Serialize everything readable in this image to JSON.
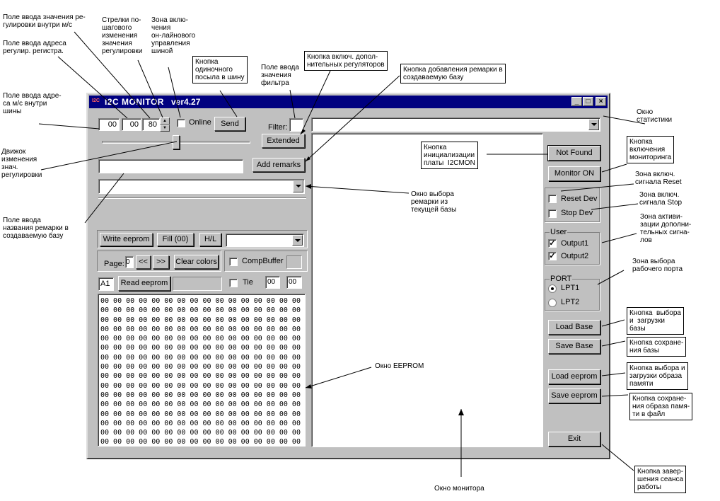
{
  "window": {
    "title": "I2C MONITOR",
    "version": "ver4.27",
    "icon_text": "I2C"
  },
  "controls": {
    "addr_ms": "00",
    "addr_reg": "00",
    "reg_value": "80",
    "online_label": "Online",
    "online_checked": false,
    "send_label": "Send",
    "filter_label": "Filter:",
    "filter_value": "",
    "extended_label": "Extended",
    "remark_name_value": "",
    "add_remarks_label": "Add remarks",
    "slider_value_fraction": 0.5,
    "stats_value": "",
    "remark_select_value": ""
  },
  "eeprom_panel": {
    "write_label": "Write eeprom",
    "fill_label": "Fill (00)",
    "hl_label": "H/L",
    "page_label": "Page:",
    "page_value": "0",
    "prev_label": "<<",
    "next_label": ">>",
    "clear_label": "Clear colors",
    "compbuffer_label": "CompBuffer",
    "addr_value": "A1",
    "read_label": "Read eeprom",
    "tie_label": "Tie",
    "tie_val1": "00",
    "tie_val2": "00",
    "cell": "00",
    "rows": 16,
    "cols": 16
  },
  "right_panel": {
    "not_found_label": "Not Found",
    "monitor_on_label": "Monitor ON",
    "reset_dev_label": "Reset Dev",
    "stop_dev_label": "Stop Dev",
    "user_title": "User",
    "output1_label": "Output1",
    "output2_label": "Output2",
    "port_title": "PORT",
    "lpt1_label": "LPT1",
    "lpt2_label": "LPT2",
    "load_base_label": "Load Base",
    "save_base_label": "Save Base",
    "load_eeprom_label": "Load eeprom",
    "save_eeprom_label": "Save eeprom",
    "exit_label": "Exit"
  },
  "annotations": {
    "reg_value_field": "Поле ввода значения ре-\nгулировки внутри м/с",
    "reg_addr_field": "Поле ввода адреса\nрегулир. регистра.",
    "ms_addr_field": "Поле ввода адре-\nса м/с внутри\nшины",
    "arrows": "Стрелки по-\nшагового\nизменения\nзначения\nрегулировки",
    "online_zone": "Зона вклю-\nчения\nон-лайнового\nуправления\nшиной",
    "single_send": "Кнопка\nодиночного\nпосыла в шину",
    "filter_field": "Поле ввода\nзначения\nфильтра",
    "extended_button": "Кнопка включ. допол-\nнительных регуляторов",
    "add_remark_button": "Кнопка добавления ремарки в\nсоздаваемую базу",
    "stats_window": "Окно\nстатистики",
    "slider": "Движок\nизменения\nзнач.\nрегулировки",
    "init_button": "Кнопка\nинициализации\nплаты  I2CMON",
    "monitoring_button": "Кнопка\nвключения\nмониторинга",
    "reset_zone": "Зона включ.\nсигнала Reset",
    "stop_zone": "Зона включ.\nсигнала Stop",
    "remark_select": "Окно выбора\nремарки из\nтекущей базы",
    "remark_name_field": "Поле ввода\nназвания ремарки в\nсоздаваемую базу",
    "outputs_zone": "Зона активи-\nзации дополни-\nтельных сигна-\nлов",
    "port_zone": "Зона выбора\nрабочего порта",
    "load_base": "Кнопка  выбора\nи  загрузки\nбазы",
    "save_base": "Кнопка сохране-\nния базы",
    "eeprom_window": "Окно EEPROM",
    "load_eeprom": "Кнопка выбора и\nзагрузки образа\nпамяти",
    "save_eeprom": "Кнопка сохране-\nния образа памя-\nти в файл",
    "monitor_window": "Окно монитора",
    "exit_button": "Кнопка завер-\nшения сеанса\nработы"
  }
}
